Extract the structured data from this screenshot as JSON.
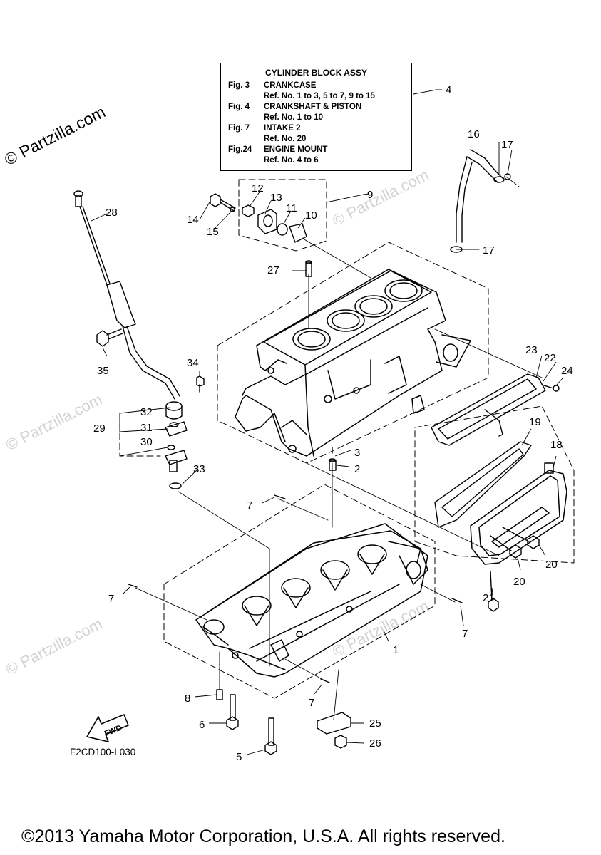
{
  "info_box": {
    "title": "CYLINDER BLOCK ASSY",
    "entries": [
      {
        "fig": "Fig.  3",
        "name": "CRANKCASE",
        "ref": "Ref. No. 1 to 3, 5 to 7, 9 to 15"
      },
      {
        "fig": "Fig.  4",
        "name": "CRANKSHAFT & PISTON",
        "ref": "Ref. No. 1 to 10"
      },
      {
        "fig": "Fig.  7",
        "name": "INTAKE 2",
        "ref": "Ref. No. 20"
      },
      {
        "fig": "Fig.24",
        "name": "ENGINE MOUNT",
        "ref": "Ref. No. 4 to 6"
      }
    ]
  },
  "watermark": "© Partzilla.com",
  "watermark_faint": "© Partzilla.com",
  "fwd_label": "FWD",
  "diagram_code": "F2CD100-L030",
  "copyright": "©2013 Yamaha Motor Corporation, U.S.A. All rights reserved.",
  "callouts": [
    "1",
    "2",
    "3",
    "4",
    "5",
    "6",
    "7",
    "7",
    "7",
    "7",
    "8",
    "9",
    "10",
    "11",
    "12",
    "13",
    "14",
    "15",
    "16",
    "17",
    "17",
    "18",
    "19",
    "20",
    "20",
    "21",
    "22",
    "23",
    "24",
    "25",
    "26",
    "27",
    "28",
    "29",
    "30",
    "31",
    "32",
    "33",
    "34",
    "35"
  ]
}
